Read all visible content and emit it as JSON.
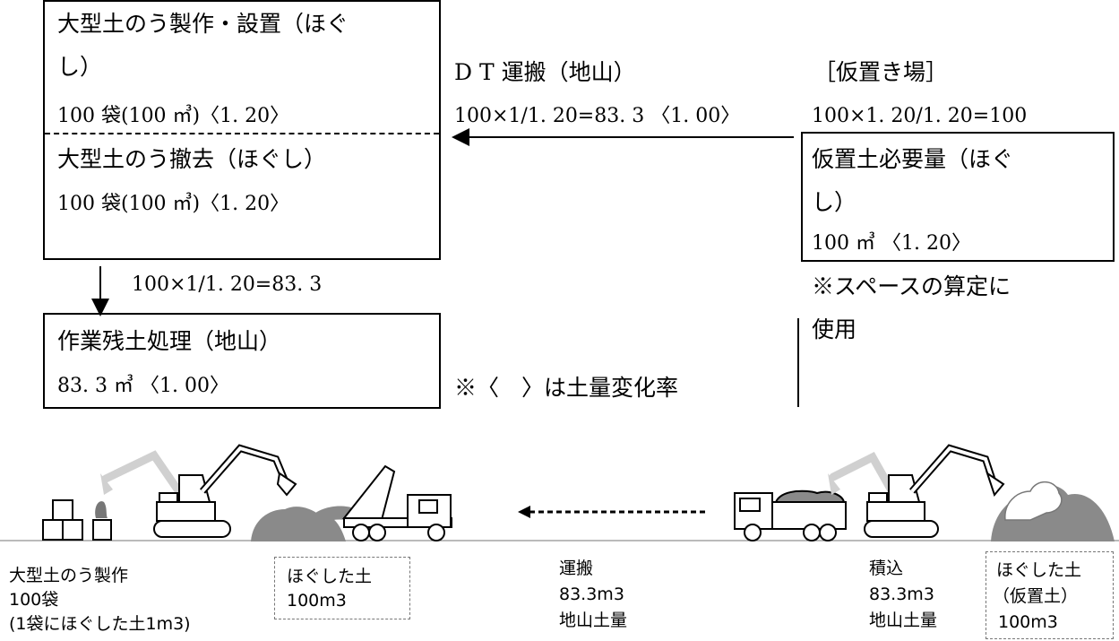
{
  "boxes": {
    "make_install": {
      "title_line1": "大型土のう製作・設置（ほぐ",
      "title_line2": "し）",
      "qty": "100 袋(100 ㎥)〈1. 20〉"
    },
    "removal": {
      "title": "大型土のう撤去（ほぐし）",
      "qty": "100 袋(100 ㎥)〈1. 20〉"
    },
    "surplus": {
      "title": "作業残土処理（地山）",
      "qty": "83. 3 ㎥ 〈1. 00〉"
    },
    "temp_soil": {
      "title_line1": "仮置土必要量（ほぐ",
      "title_line2": "し）",
      "qty": "100 ㎥ 〈1. 20〉"
    }
  },
  "labels": {
    "dt_transport": "D T 運搬（地山）",
    "dt_calc": "100×1/1. 20=83. 3 〈1. 00〉",
    "storage_title": "［仮置き場］",
    "storage_calc": "100×1. 20/1. 20=100",
    "down_calc": "100×1/1. 20=83. 3",
    "space_note_line1": "※スペースの算定に",
    "space_note_line2": "使用",
    "legend_note": "※〈　〉は土量変化率"
  },
  "captions": {
    "making": [
      "大型土のう製作",
      "100袋",
      "(1袋にほぐした土1m3)"
    ],
    "loosened_soil": [
      "ほぐした土",
      "100m3"
    ],
    "transport": [
      "運搬",
      "83.3m3",
      "地山土量"
    ],
    "loading": [
      "積込",
      "83.3m3",
      "地山土量"
    ],
    "temp_loosened": [
      "ほぐした土",
      "（仮置土）",
      "100m3"
    ]
  },
  "icons": {
    "excavator": "excavator-icon",
    "dump_truck": "dump-truck-icon",
    "sandbag": "sandbag-icon",
    "soil_pile": "soil-pile-icon"
  },
  "colors": {
    "line": "#000000",
    "soil": "#8a8a8a",
    "ghost": "#cccccc"
  }
}
